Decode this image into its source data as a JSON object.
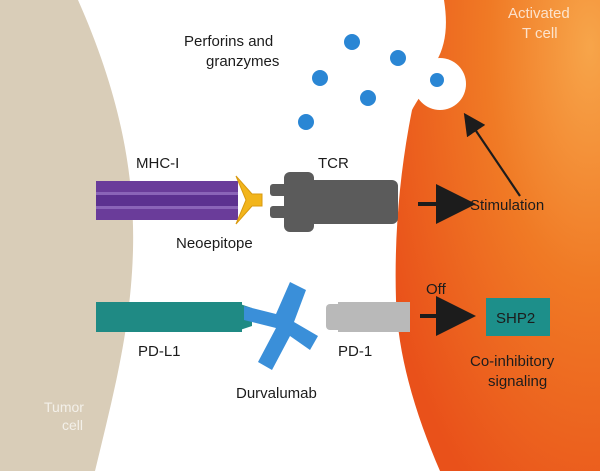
{
  "colors": {
    "tumor_cell": "#d9cdb8",
    "t_cell": "#ee5a16",
    "t_cell_light": "#f59a3a",
    "mhc": "#6a3c9a",
    "neoepitope": "#f2b51c",
    "tcr": "#5b5b5b",
    "pdl1": "#1f8a84",
    "durvalumab": "#3a8fd9",
    "pd1": "#b9b9b9",
    "shp2_box": "#1d8f8a",
    "granule": "#2a86d4",
    "text_dark": "#1c1c1c",
    "text_light": "#ffffff"
  },
  "labels": {
    "perforins_line1": "Perforins and",
    "perforins_line2": "granzymes",
    "activated_line1": "Activated",
    "activated_line2": "T cell",
    "mhc": "MHC-I",
    "tcr": "TCR",
    "neoepitope": "Neoepitope",
    "stimulation": "Stimulation",
    "off": "Off",
    "shp2": "SHP2",
    "pdl1": "PD-L1",
    "pd1": "PD-1",
    "coinhib_line1": "Co-inhibitory",
    "coinhib_line2": "signaling",
    "durvalumab": "Durvalumab",
    "tumor_line1": "Tumor",
    "tumor_line2": "cell"
  }
}
